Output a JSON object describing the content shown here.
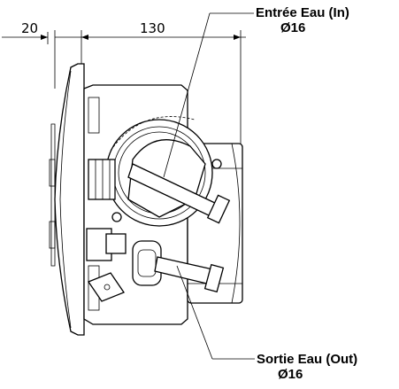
{
  "dimensions": {
    "left_dim": "20",
    "main_dim": "130"
  },
  "labels": {
    "inlet_title": "Entrée Eau (In)",
    "inlet_diameter": "Ø16",
    "outlet_title": "Sortie Eau (Out)",
    "outlet_diameter": "Ø16"
  }
}
